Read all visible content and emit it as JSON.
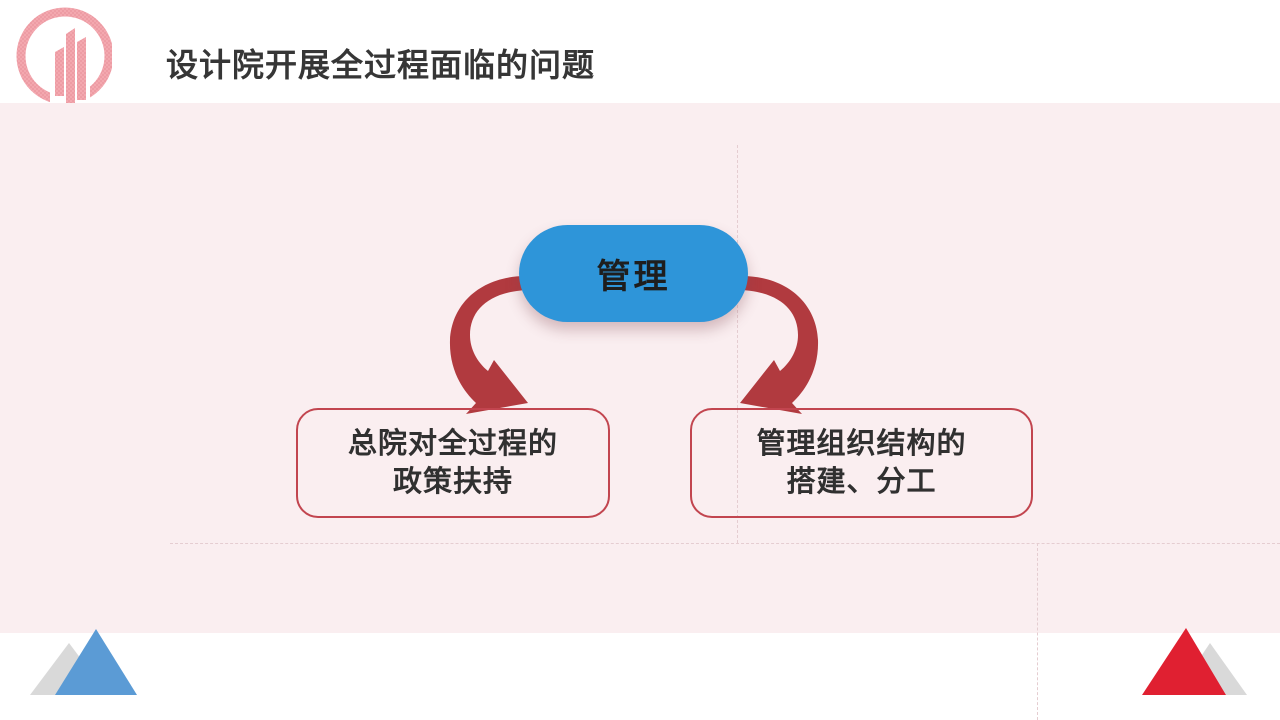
{
  "slide": {
    "title": "设计院开展全过程面临的问题",
    "logo_icon": "circle-building-logo"
  },
  "diagram": {
    "root_label": "管理",
    "left_box": {
      "line1": "总院对全过程的",
      "line2": "政策扶持"
    },
    "right_box": {
      "line1": "管理组织结构的",
      "line2": "搭建、分工"
    }
  },
  "decorations": {
    "bottom_left_triangle": "blue-triangle-with-gray-shadow",
    "bottom_right_triangle": "red-triangle-with-gray-shadow",
    "guide_lines": [
      "vertical-dashed-center",
      "horizontal-dashed-lower",
      "vertical-dashed-right"
    ]
  },
  "colors": {
    "band_pink": "#FAEEF0",
    "root_blue": "#2E95D9",
    "arrow_red": "#B13A3F",
    "box_border_red": "#C2454F",
    "title_text": "#363636",
    "body_text": "#303030",
    "triangle_blue": "#5B9BD5",
    "triangle_red": "#E02031",
    "triangle_gray": "#D9D9D9",
    "logo_pink": "#F3A8AF",
    "dashed_guide": "#E5CDD1"
  }
}
